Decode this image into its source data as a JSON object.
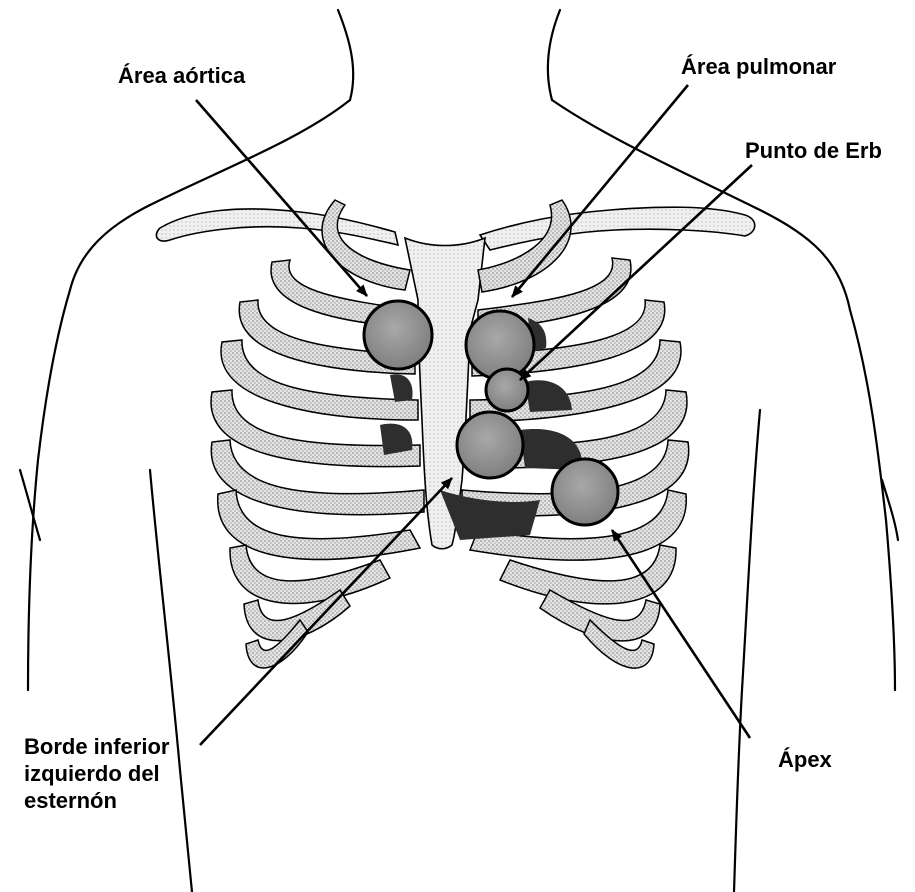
{
  "labels": {
    "aortic_area": "Área aórtica",
    "pulmonic_area": "Área pulmonar",
    "erb_point": "Punto de Erb",
    "lower_left_sternal_border": [
      "Borde inferior",
      "izquierdo del",
      "esternón"
    ],
    "apex": "Ápex"
  },
  "colors": {
    "outline": "#000000",
    "bone_fill": "#dcdcdc",
    "rib_shade": "#bdbdbd",
    "heart_dark": "#2a2a2a",
    "auscultation_circle": "#8f8f8f"
  }
}
